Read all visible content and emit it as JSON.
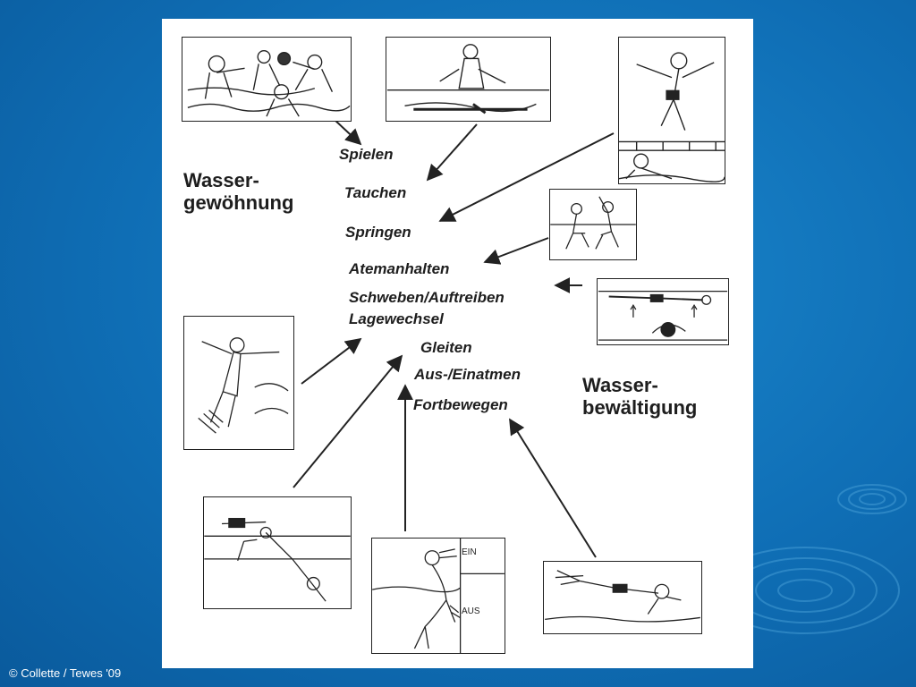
{
  "diagram": {
    "heading_left": {
      "line1": "Wasser-",
      "line2": "gewöhnung"
    },
    "heading_right": {
      "line1": "Wasser-",
      "line2": "bewältigung"
    },
    "skills": [
      "Spielen",
      "Tauchen",
      "Springen",
      "Atemanhalten",
      "Schweben/Auftreiben",
      "Lagewechsel",
      "Gleiten",
      "Aus-/Einatmen",
      "Fortbewegen"
    ],
    "breathing_labels": {
      "in": "EIN",
      "out": "AUS"
    }
  },
  "footer": {
    "copyright": "© Collette / Tewes '09"
  },
  "colors": {
    "background": "#0f6eb5",
    "sheet": "#ffffff",
    "ink": "#1e1e1e"
  }
}
